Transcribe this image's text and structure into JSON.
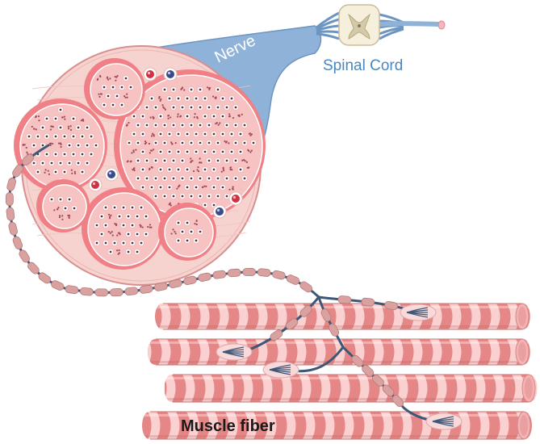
{
  "labels": {
    "nerve": "Nerve",
    "spinal_cord": "Spinal Cord",
    "muscle_fiber": "Muscle fiber"
  },
  "colors": {
    "nerve_blue": "#8eb2d8",
    "nerve_edge": "#6e95c2",
    "fascicle_pink": "#f7c2c2",
    "perineurium": "#f07f86",
    "muscle_dark": "#e58787",
    "muscle_light": "#fbd0d0",
    "myelin": "#d9a2a0",
    "axon": "#3e5777",
    "spinal_cord": "#f5efdc",
    "spinal_gray": "#d4c9a8"
  }
}
